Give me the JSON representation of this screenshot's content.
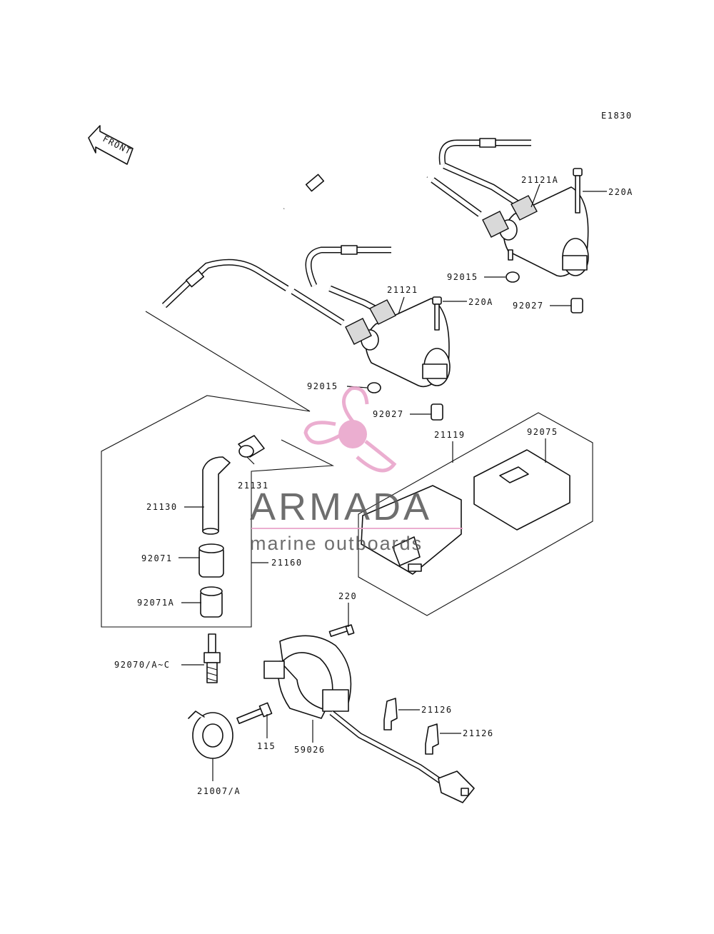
{
  "diagram_code": "E1830",
  "front_label": "FRONT",
  "parts": [
    {
      "id": "p_21121A",
      "label": "21121A"
    },
    {
      "id": "p_220A_top",
      "label": "220A"
    },
    {
      "id": "p_92015_top",
      "label": "92015"
    },
    {
      "id": "p_92027_top",
      "label": "92027"
    },
    {
      "id": "p_21121",
      "label": "21121"
    },
    {
      "id": "p_220A_mid",
      "label": "220A"
    },
    {
      "id": "p_92015_mid",
      "label": "92015"
    },
    {
      "id": "p_92027_mid",
      "label": "92027"
    },
    {
      "id": "p_21119",
      "label": "21119"
    },
    {
      "id": "p_92075",
      "label": "92075"
    },
    {
      "id": "p_21131",
      "label": "21131"
    },
    {
      "id": "p_21130",
      "label": "21130"
    },
    {
      "id": "p_92071",
      "label": "92071"
    },
    {
      "id": "p_21160",
      "label": "21160"
    },
    {
      "id": "p_92071A",
      "label": "92071A"
    },
    {
      "id": "p_220",
      "label": "220"
    },
    {
      "id": "p_92070",
      "label": "92070/A~C"
    },
    {
      "id": "p_21126_a",
      "label": "21126"
    },
    {
      "id": "p_21126_b",
      "label": "21126"
    },
    {
      "id": "p_115",
      "label": "115"
    },
    {
      "id": "p_59026",
      "label": "59026"
    },
    {
      "id": "p_21007",
      "label": "21007/A"
    }
  ],
  "watermark": {
    "brand": "ARMADA",
    "tagline": "marine outboards",
    "colors": {
      "logo": "#e8a0c8",
      "text": "#555555"
    }
  }
}
